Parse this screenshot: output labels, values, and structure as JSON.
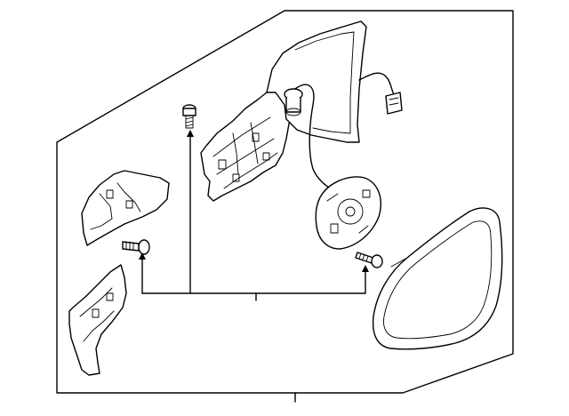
{
  "diagram": {
    "labels": [],
    "parts": [
      "exploded-panel",
      "mirror-housing",
      "mirror-glass",
      "wiring-harness",
      "electrical-connector",
      "adjustment-motor",
      "upper-cover-cap",
      "lower-cover",
      "mirror-glass-assembly",
      "mounting-bolt",
      "cover-screw",
      "motor-screw"
    ],
    "colors": {
      "line": "#000000",
      "background": "#ffffff"
    }
  }
}
